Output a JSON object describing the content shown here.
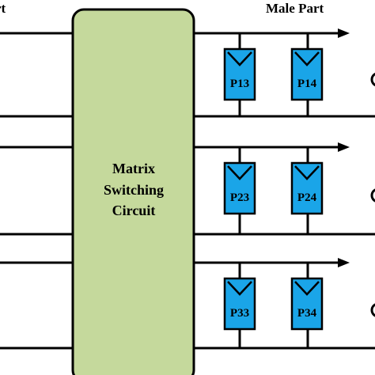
{
  "labels": {
    "left_partial": "rt",
    "male_part": "Male Part"
  },
  "switch_box": {
    "lines": [
      "Matrix",
      "Switching",
      "Circuit"
    ],
    "fill": "#c5d99c"
  },
  "panel_color": "#1aa5e8",
  "rows": [
    {
      "panels": [
        "P13",
        "P14"
      ]
    },
    {
      "panels": [
        "P23",
        "P24"
      ]
    },
    {
      "panels": [
        "P33",
        "P34"
      ]
    }
  ]
}
